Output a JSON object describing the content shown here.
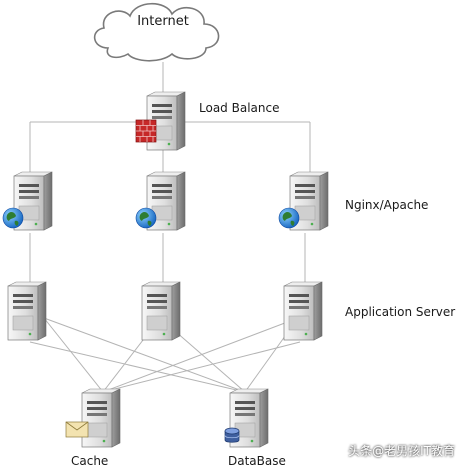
{
  "nodes": {
    "internet": "Internet",
    "load_balance": "Load Balance",
    "web_tier": "Nginx/Apache",
    "app_tier": "Application Server",
    "cache": "Cache",
    "database": "DataBase"
  },
  "watermark": "头条@老男孩IT教育",
  "colors": {
    "line": "#b4b4b4",
    "firewall": "#c62828",
    "globe": "#2e7d32"
  },
  "icons": [
    "cloud-icon",
    "server-icon",
    "firewall-icon",
    "globe-icon",
    "envelope-icon",
    "database-icon"
  ]
}
